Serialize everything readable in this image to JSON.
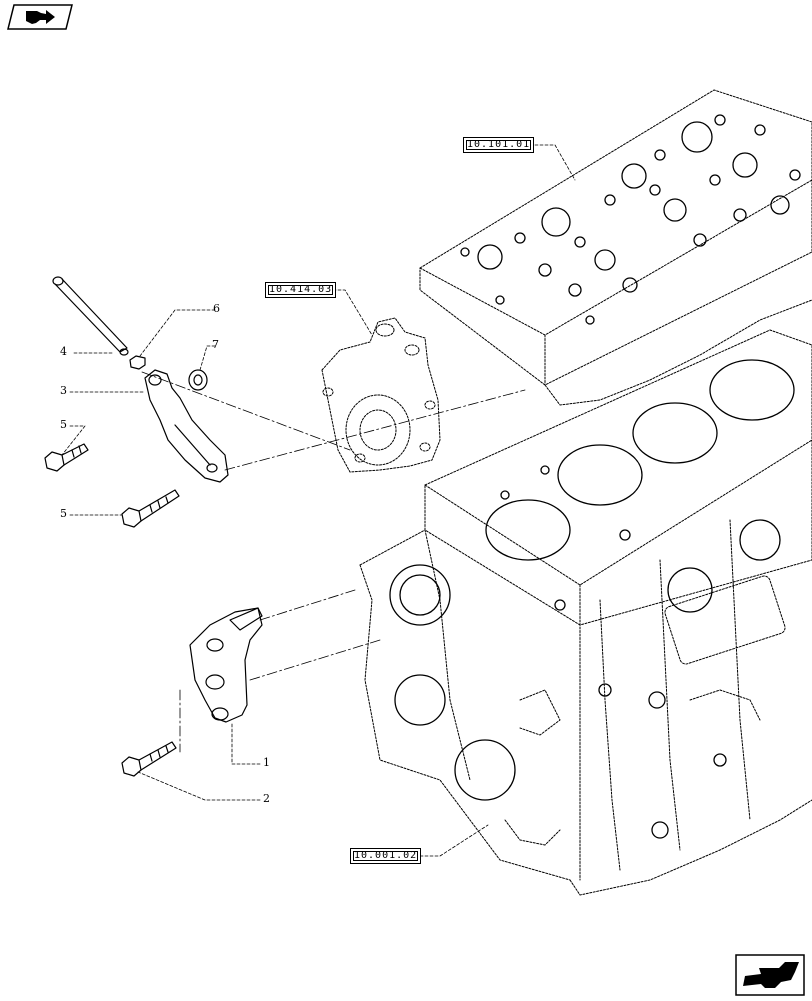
{
  "toolbar": {
    "top_icon": "back-arrow-icon",
    "bottom_icon": "next-page-icon"
  },
  "references": {
    "cylinder_head": "10.101.01",
    "water_pump": "10.414.03",
    "engine_block": "10.001.02"
  },
  "callouts": {
    "c1": "1",
    "c2": "2",
    "c3": "3",
    "c4": "4",
    "c5a": "5",
    "c5b": "5",
    "c6": "6",
    "c7": "7"
  }
}
